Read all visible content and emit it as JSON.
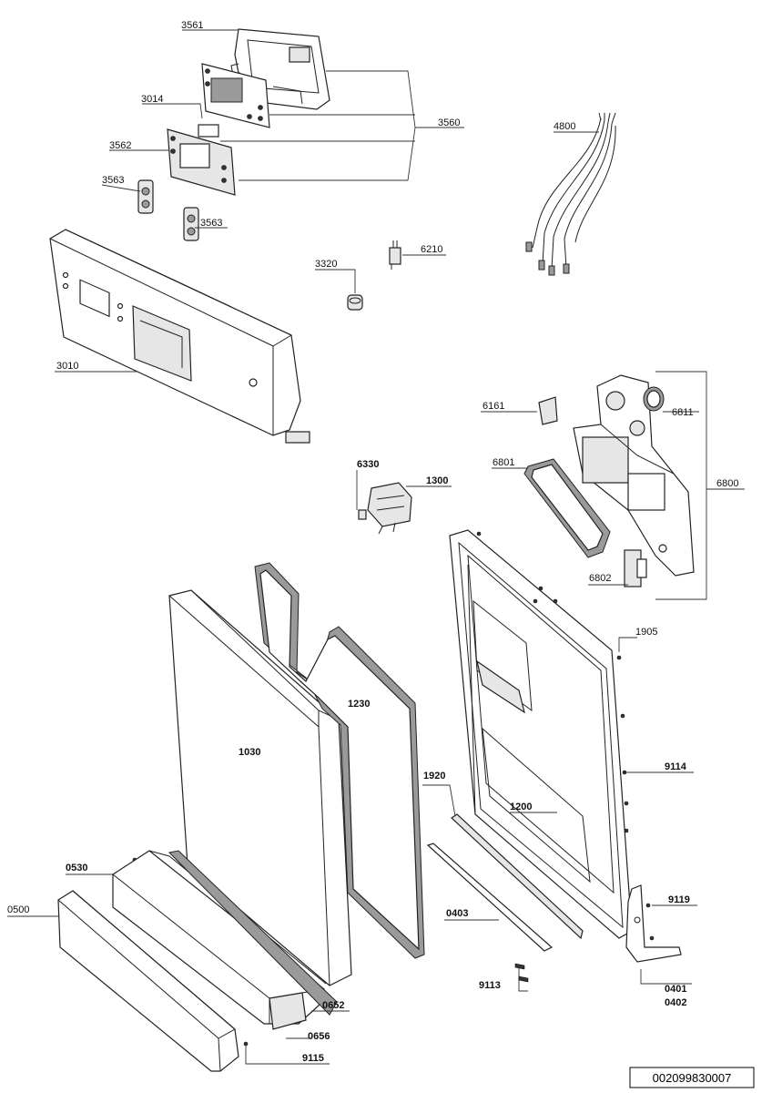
{
  "labels": {
    "l3561": "3561",
    "l3014": "3014",
    "l3562": "3562",
    "l3563a": "3563",
    "l3563b": "3563",
    "l3560": "3560",
    "l4800": "4800",
    "l6210": "6210",
    "l3320": "3320",
    "l3010": "3010",
    "l6161": "6161",
    "l6811": "6811",
    "l6801": "6801",
    "l6330": "6330",
    "l1300": "1300",
    "l6800": "6800",
    "l6802": "6802",
    "l1905": "1905",
    "l1230": "1230",
    "l1030": "1030",
    "l9114": "9114",
    "l1920": "1920",
    "l1200": "1200",
    "l0530": "0530",
    "l0500": "0500",
    "l9119": "9119",
    "l0403": "0403",
    "l9113": "9113",
    "l0401": "0401",
    "l0402": "0402",
    "l0652": "0652",
    "l0656": "0656",
    "l9115": "9115"
  },
  "document_number": "002099830007"
}
